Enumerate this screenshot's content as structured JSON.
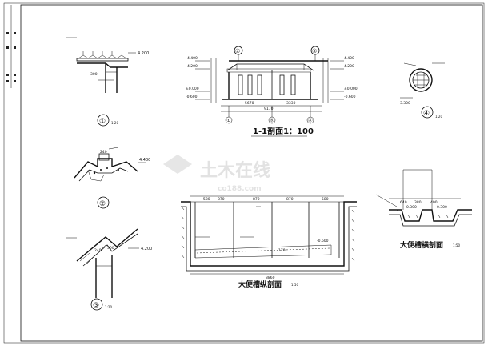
{
  "titles": {
    "section_1_1": "1-1剖面1：100",
    "longitudinal": "大便槽纵剖面",
    "longitudinal_scale": "1:50",
    "transverse": "大便槽横剖面",
    "transverse_scale": "1:50"
  },
  "detail_marks": {
    "d1": "①",
    "d1_scale": "1:20",
    "d2": "②",
    "d3": "③",
    "d3_scale": "1:20",
    "d4": "④",
    "d4_scale": "1:20"
  },
  "grid_marks": {
    "top_a": "①",
    "top_b": "②",
    "axis_1": "①",
    "axis_b": "Ⓑ",
    "axis_a": "Ⓐ"
  },
  "elevations": {
    "d1_top": "4.200",
    "s_left_top": "4.400",
    "s_left_mid": "4.200",
    "s_left_low": "±0.000",
    "s_left_base": "-0.600",
    "s_right_top": "4.400",
    "s_right_mid": "4.200",
    "s_right_low": "±0.000",
    "s_right_base": "-0.600",
    "d2_top": "4.400",
    "d3_top": "4.200",
    "d4_base": "3.300",
    "long_right": "-0.600",
    "trans_left": "0.300",
    "trans_right": "0.300"
  },
  "dimensions": {
    "d1_w": "300",
    "s_bay1": "5670",
    "s_bay2": "3330",
    "s_total": "9170",
    "d2_w": "240",
    "d3_w1": "240",
    "d3_w2": "300",
    "long_top": [
      "580",
      "870",
      "870",
      "870",
      "580"
    ],
    "long_total": "3860",
    "long_mid": "170",
    "trans_top": [
      "640",
      "380",
      "400"
    ]
  },
  "watermark": {
    "brand": "土木在线",
    "site": "co188.com"
  }
}
